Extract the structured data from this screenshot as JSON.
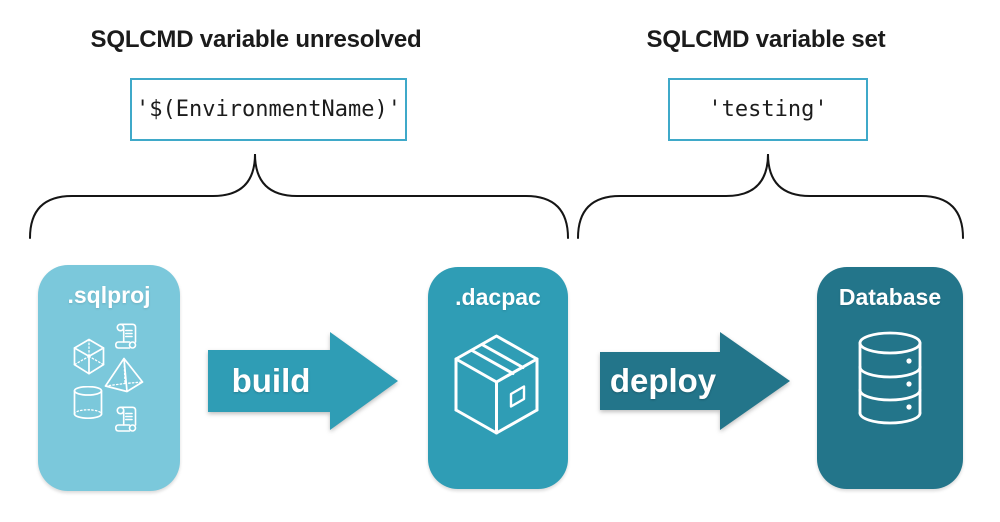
{
  "annotations": {
    "unresolved": {
      "title": "SQLCMD variable unresolved",
      "value": "'$(EnvironmentName)'"
    },
    "set": {
      "title": "SQLCMD variable set",
      "value": "'testing'"
    }
  },
  "pipeline": {
    "sqlproj": {
      "label": ".sqlproj",
      "icons": [
        "scroll-icon",
        "cube-icon",
        "pyramid-icon",
        "cylinder-icon",
        "scroll-icon"
      ]
    },
    "build": {
      "label": "build"
    },
    "dacpac": {
      "label": ".dacpac",
      "icons": [
        "package-icon"
      ]
    },
    "deploy": {
      "label": "deploy"
    },
    "database": {
      "label": "Database",
      "icons": [
        "database-icon"
      ]
    }
  },
  "colors": {
    "sqlproj_bg": "#7bc8db",
    "dacpac_bg": "#2f9db5",
    "database_bg": "#23758a",
    "build_arrow_fill": "#2f9db5",
    "deploy_arrow_fill": "#23758a",
    "value_box_border": "#3fa9c9",
    "heading_text": "#1b1b1b",
    "brace_stroke": "#151515",
    "icon_stroke": "#ffffff",
    "background": "#ffffff"
  }
}
